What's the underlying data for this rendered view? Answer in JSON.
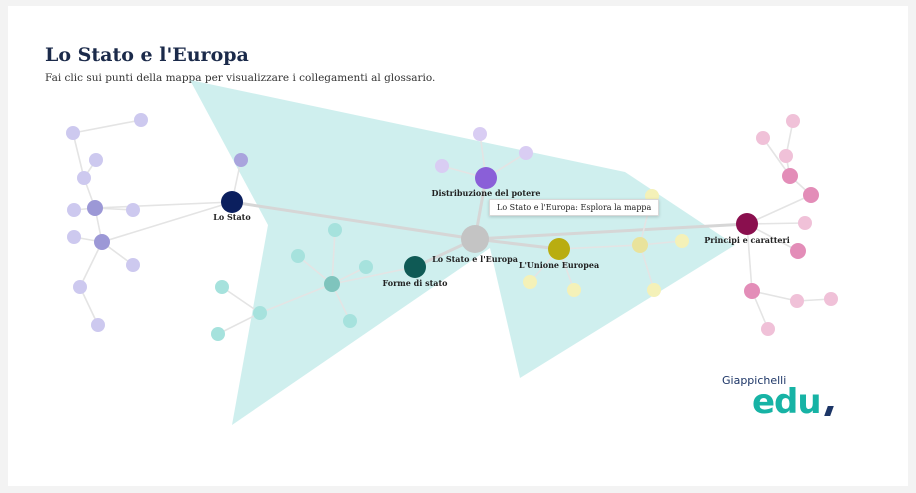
{
  "header": {
    "title": "Lo Stato e l'Europa",
    "subtitle": "Fai clic sui punti della mappa per visualizzare i collegamenti al glossario."
  },
  "tooltip": {
    "text": "Lo Stato e l'Europa: Esplora la mappa"
  },
  "logo": {
    "brand": "Giappichelli",
    "mark": "edu"
  },
  "colors": {
    "highlight": "#bfe9e8",
    "lo_stato": "#0b1f5e",
    "lo_stato_light": "#a9a4dd",
    "forme": "#0f5a55",
    "forme_light": "#a6e2dd",
    "distribuzione": "#8a5fd8",
    "distribuzione_light": "#d9cdf3",
    "unione": "#b9ad10",
    "unione_light": "#f2efb0",
    "principi": "#8a0f4e",
    "principi_light": "#e9a6c7",
    "center": "#c4c4c4"
  },
  "nodes": {
    "center": "Lo Stato e l'Europa",
    "lo_stato": "Lo Stato",
    "forme": "Forme di stato",
    "distribuzione": "Distribuzione del potere",
    "unione": "L'Unione Europea",
    "principi": "Principi e caratteri"
  }
}
